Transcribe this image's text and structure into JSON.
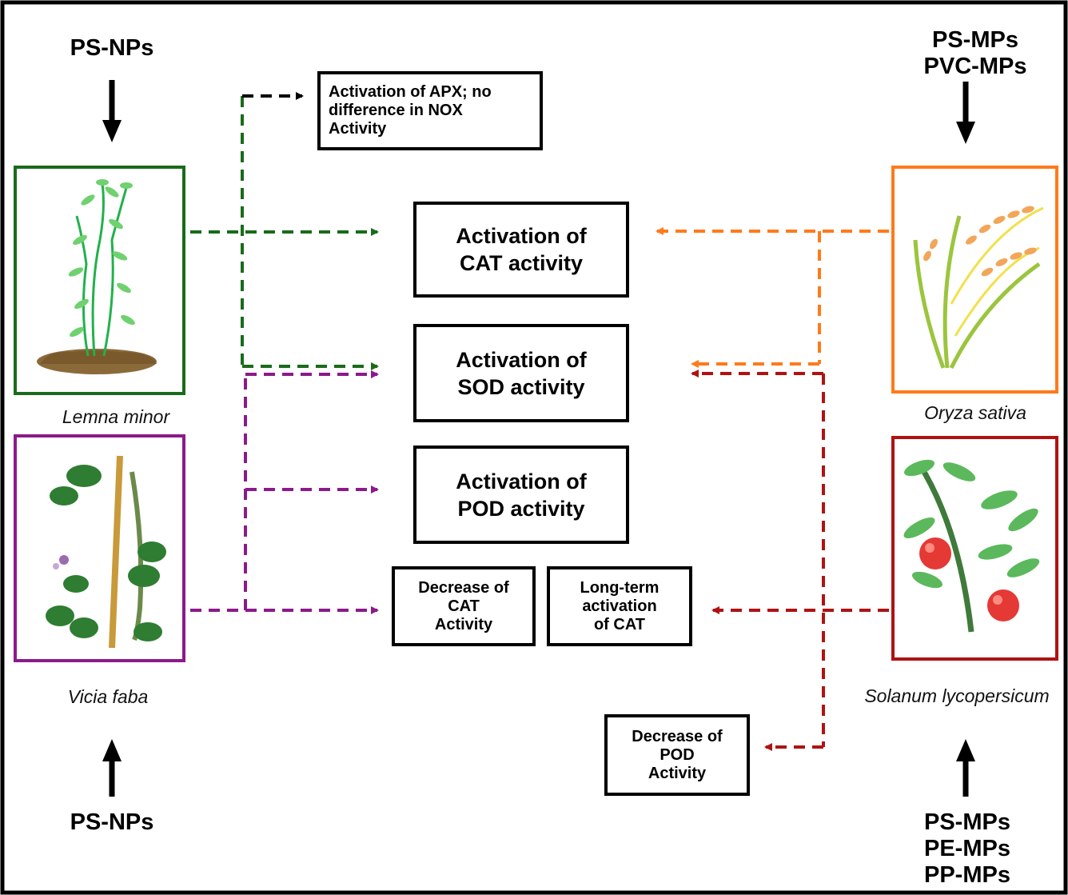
{
  "sources": {
    "top_left": "PS-NPs",
    "bottom_left": "PS-NPs",
    "top_right": [
      "PS-MPs",
      "PVC-MPs"
    ],
    "bottom_right": [
      "PS-MPs",
      "PE-MPs",
      "PP-MPs"
    ]
  },
  "species": {
    "lemna": "Lemna minor",
    "vicia": "Vicia faba",
    "oryza": "Oryza sativa",
    "solanum": "Solanum lycopersicum"
  },
  "boxes": {
    "apx": [
      "Activation of APX; no",
      "difference in NOX",
      "Activity"
    ],
    "cat": [
      "Activation of",
      "CAT activity"
    ],
    "sod": [
      "Activation of",
      "SOD activity"
    ],
    "pod": [
      "Activation of",
      "POD activity"
    ],
    "cat_decrease": [
      "Decrease of",
      "CAT",
      "Activity"
    ],
    "cat_longterm": [
      "Long-term",
      "activation",
      "of CAT"
    ],
    "pod_decrease": [
      "Decrease of",
      "POD",
      "Activity"
    ]
  },
  "colors": {
    "lemna": "#1a6b1a",
    "vicia": "#8b1a8b",
    "oryza": "#ff7a1a",
    "solanum": "#b01212",
    "apx_arrow": "#000000"
  },
  "icons": {
    "lemna": "aquatic-plant-icon",
    "vicia": "bean-plant-icon",
    "oryza": "rice-plant-icon",
    "solanum": "tomato-plant-icon"
  }
}
